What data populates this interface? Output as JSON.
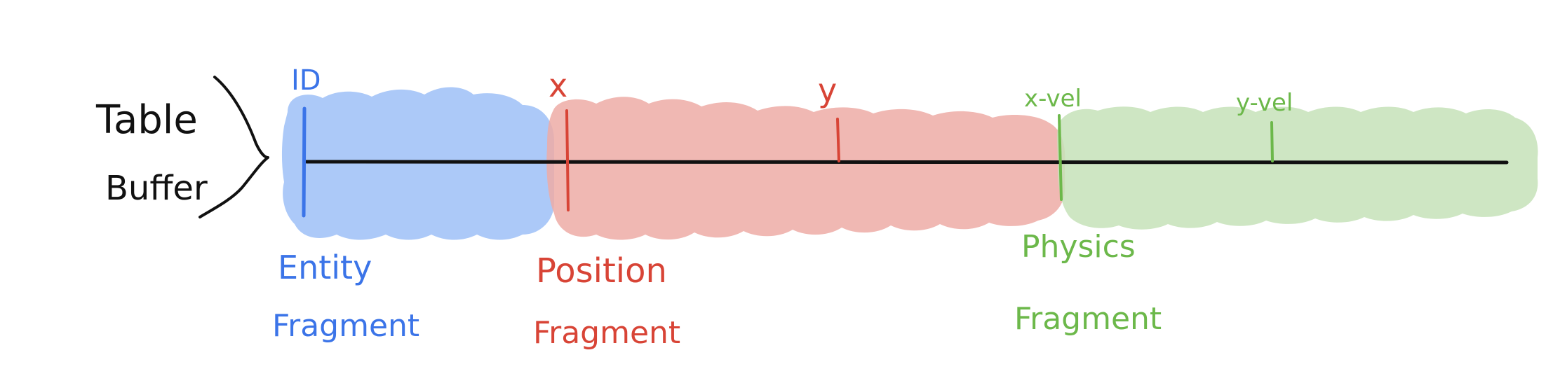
{
  "title": {
    "line1": "Table",
    "line2": "Buffer"
  },
  "fragments": [
    {
      "id": "entity",
      "name_line1": "Entity",
      "name_line2": "Fragment",
      "color": "#3b74e8",
      "fill": "#9ec0f7",
      "fields": [
        "ID"
      ]
    },
    {
      "id": "position",
      "name_line1": "Position",
      "name_line2": "Fragment",
      "color": "#d84436",
      "fill": "#edaba6",
      "fields": [
        "x",
        "y"
      ]
    },
    {
      "id": "physics",
      "name_line1": "Physics",
      "name_line2": "Fragment",
      "color": "#6cb84a",
      "fill": "#c5e2b9",
      "fields": [
        "x-vel",
        "y-vel"
      ]
    }
  ],
  "line_color": "#111111"
}
